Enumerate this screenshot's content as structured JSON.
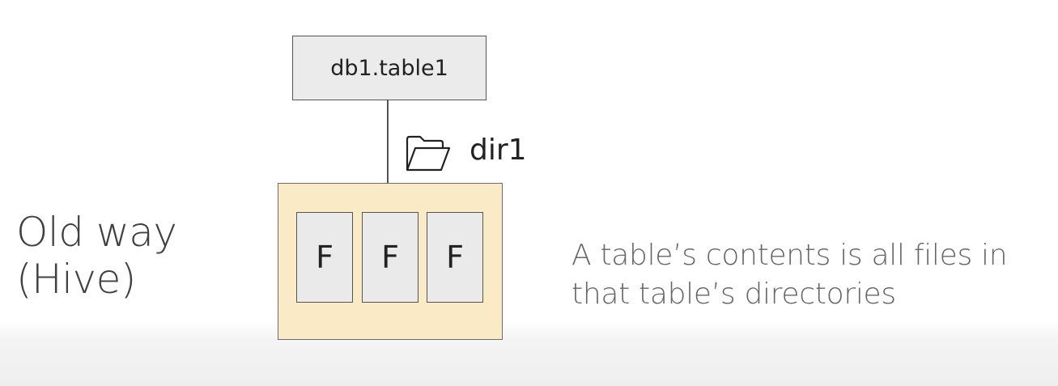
{
  "heading": {
    "line1": "Old way",
    "line2": "(Hive)"
  },
  "diagram": {
    "table_label": "db1.table1",
    "folder_icon": "folder-icon",
    "dir_label": "dir1",
    "files": [
      "F",
      "F",
      "F"
    ]
  },
  "description": {
    "line1": "A table’s contents is all files in",
    "line2": "that table’s directories"
  },
  "colors": {
    "table_box_fill": "#ebebeb",
    "directory_fill": "#fbeac6",
    "file_fill": "#eaeaea",
    "outline": "#555555"
  }
}
